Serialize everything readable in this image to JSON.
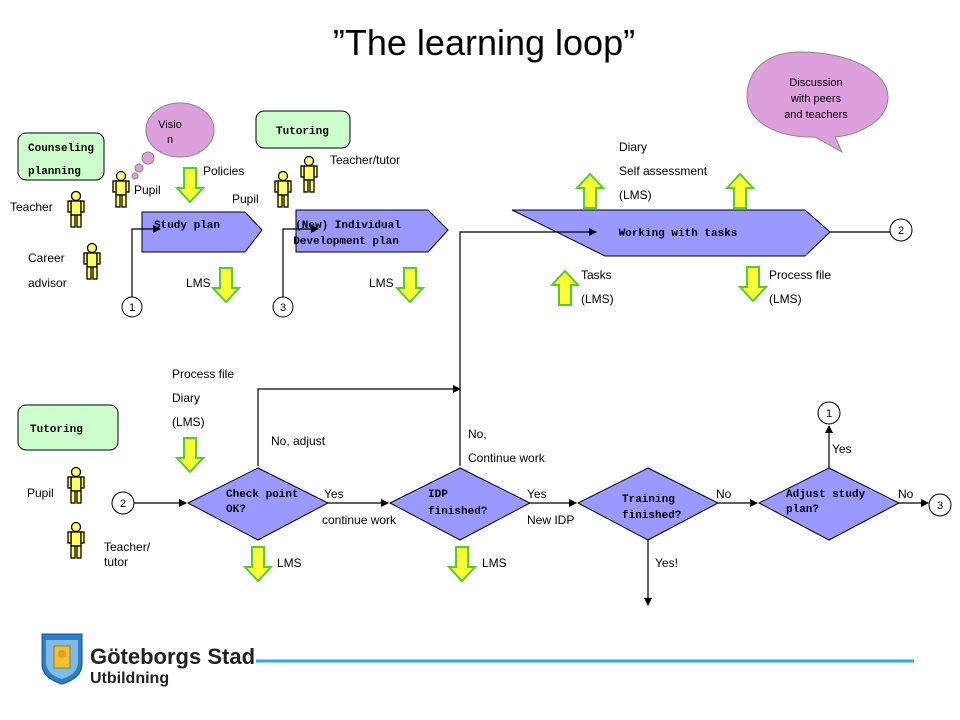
{
  "title": "”The learning loop”",
  "boxes": {
    "counseling": [
      "Counseling",
      "planning"
    ],
    "tutoring_top": "Tutoring",
    "tutoring_bottom": "Tutoring"
  },
  "bubbles": {
    "vision": [
      "Visio",
      "n"
    ],
    "discussion": [
      "Discussion",
      "with peers",
      "and teachers"
    ]
  },
  "process": {
    "study_plan": "Study plan",
    "idp": [
      "(New) Individual",
      "Development  plan"
    ],
    "working": "Working with tasks"
  },
  "decisions": {
    "checkpoint": [
      "Check point",
      "OK?"
    ],
    "idp_finished": [
      "IDP",
      "finished?"
    ],
    "training_finished": [
      "Training",
      "finished?"
    ],
    "adjust_plan": [
      "Adjust study",
      "plan?"
    ]
  },
  "people": {
    "teacher": "Teacher",
    "career": [
      "Career",
      "advisor"
    ],
    "pupil_1": "Pupil",
    "pupil_2": "Pupil",
    "teacher_tutor_top": "Teacher/tutor",
    "pupil_bottom": "Pupil",
    "teacher_tutor_bottom": [
      "Teacher/",
      "tutor"
    ]
  },
  "labels": {
    "policies": "Policies",
    "lms_1": "LMS",
    "lms_2": "LMS",
    "lms_3": "LMS",
    "lms_4": "LMS",
    "diary_block": [
      "Diary",
      "Self assessment",
      "(LMS)"
    ],
    "tasks_block": [
      "Tasks",
      "(LMS)"
    ],
    "process_block": [
      "Process file",
      "(LMS)"
    ],
    "process_diary_block": [
      "Process file",
      "Diary",
      "(LMS)"
    ],
    "no_adjust": "No, adjust",
    "no_continue": [
      "No,",
      "Continue work"
    ],
    "yes_continue": [
      "Yes",
      "continue work"
    ],
    "yes_new_idp": [
      "Yes",
      "New IDP"
    ],
    "no_1": "No",
    "no_2": "No",
    "yes_up": "Yes",
    "yes_down": "Yes!"
  },
  "connectors": {
    "c1_top": "1",
    "c3_top": "3",
    "c2_top": "2",
    "c2_bottom": "2",
    "c1_bottom": "1",
    "c3_bottom": "3"
  },
  "logo": {
    "name": "Göteborgs Stad",
    "dept": "Utbildning"
  },
  "colors": {
    "process_fill": "#9999ff",
    "box_fill": "#ccffcc",
    "arrow_fill": "#ffff33",
    "arrow_stroke": "#55cc33",
    "bubble_fill": "#dda0dd",
    "rule": "#33aadd"
  }
}
